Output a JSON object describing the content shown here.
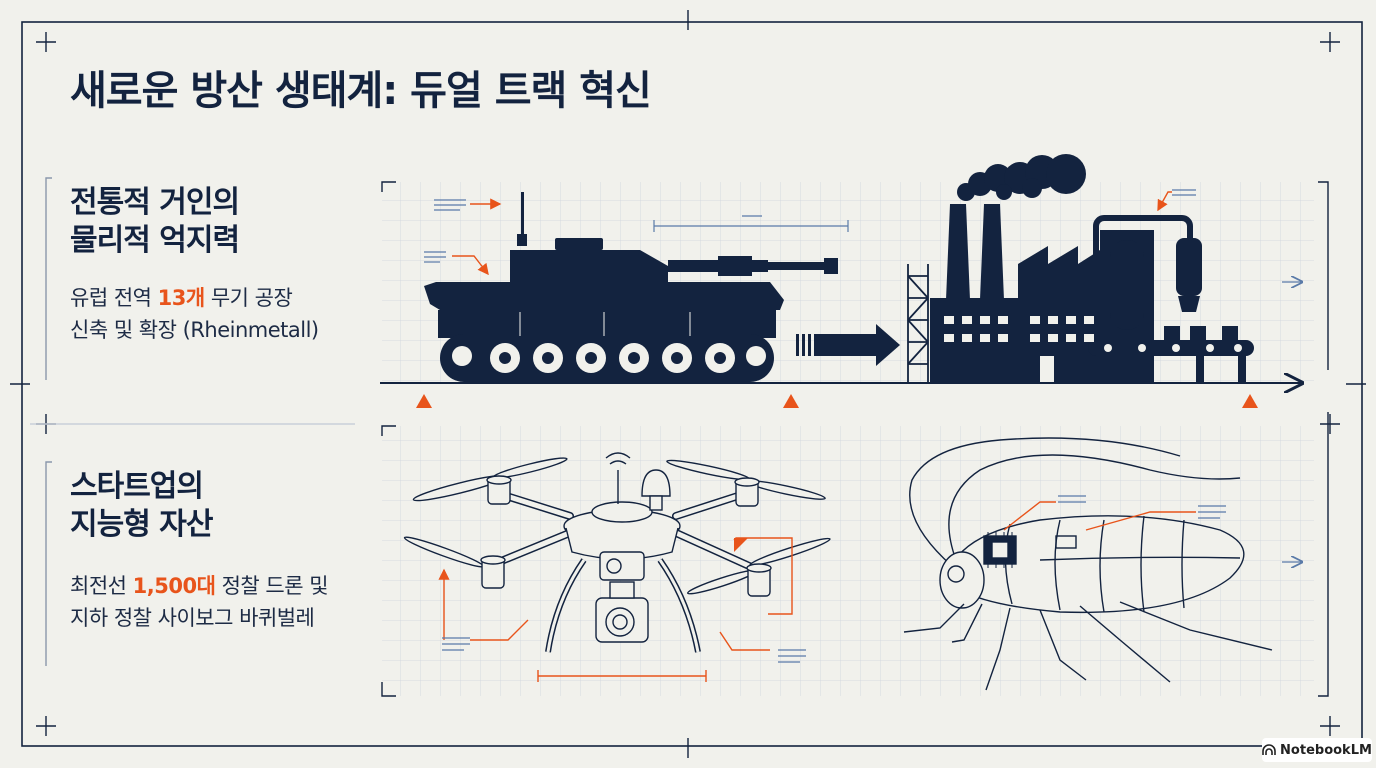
{
  "title": "새로운 방산 생태계: 듀얼 트랙 혁신",
  "sections": [
    {
      "heading_line1": "전통적 거인의",
      "heading_line2": "물리적 억지력",
      "desc_line1_pre": "유럽 전역 ",
      "desc_line1_hl": "13개",
      "desc_line1_post": " 무기 공장",
      "desc_line2": "신축 및 확장 (Rheinmetall)",
      "illustrations": [
        "tank-icon",
        "factory-icon"
      ]
    },
    {
      "heading_line1": "스타트업의",
      "heading_line2": "지능형 자산",
      "desc_line1_pre": "최전선 ",
      "desc_line1_hl": "1,500대",
      "desc_line1_post": " 정찰 드론 및",
      "desc_line2": "지하 정찰 사이보그 바퀴벌레",
      "illustrations": [
        "drone-icon",
        "cyborg-cockroach-icon"
      ]
    }
  ],
  "brand": "NotebookLM",
  "colors": {
    "navy": "#13233f",
    "accent": "#e8541b",
    "grid": "#c9d0da",
    "background": "#f1f1ec"
  }
}
